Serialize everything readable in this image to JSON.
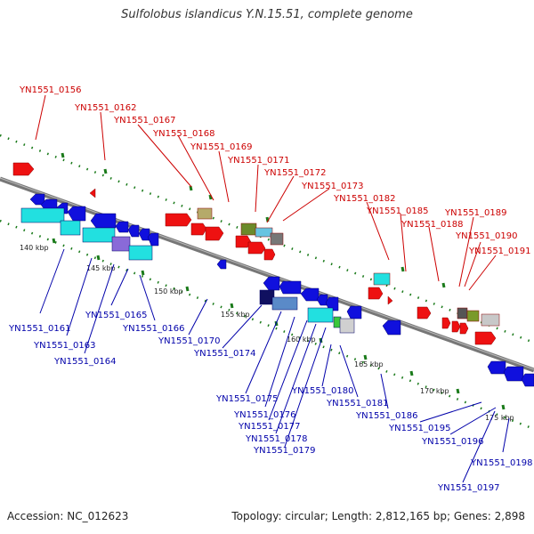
{
  "title": "Sulfolobus islandicus Y.N.15.51, complete genome",
  "accession": "Accession: NC_012623",
  "summary": "Topology: circular; Length: 2,812,165 bp; Genes: 2,898",
  "colors": {
    "top_label": "#cc0000",
    "bottom_label": "#0000aa",
    "backbone": "#808080",
    "tick": "#1a7a1a"
  },
  "kbp_ticks": [
    "140 kbp",
    "145 kbp",
    "150 kbp",
    "155 kbp",
    "160 kbp",
    "165 kbp",
    "170 kbp",
    "175 kbp"
  ],
  "top_labels": [
    "YN1551_0156",
    "YN1551_0162",
    "YN1551_0167",
    "YN1551_0168",
    "YN1551_0169",
    "YN1551_0171",
    "YN1551_0172",
    "YN1551_0173",
    "YN1551_0182",
    "YN1551_0185",
    "YN1551_0188",
    "YN1551_0189",
    "YN1551_0190",
    "YN1551_0191"
  ],
  "bottom_labels": [
    "YN1551_0161",
    "YN1551_0163",
    "YN1551_0164",
    "YN1551_0165",
    "YN1551_0166",
    "YN1551_0170",
    "YN1551_0174",
    "YN1551_0175",
    "YN1551_0176",
    "YN1551_0177",
    "YN1551_0178",
    "YN1551_0179",
    "YN1551_0180",
    "YN1551_0181",
    "YN1551_0186",
    "YN1551_0195",
    "YN1551_0196",
    "YN1551_0197",
    "YN1551_0198"
  ]
}
